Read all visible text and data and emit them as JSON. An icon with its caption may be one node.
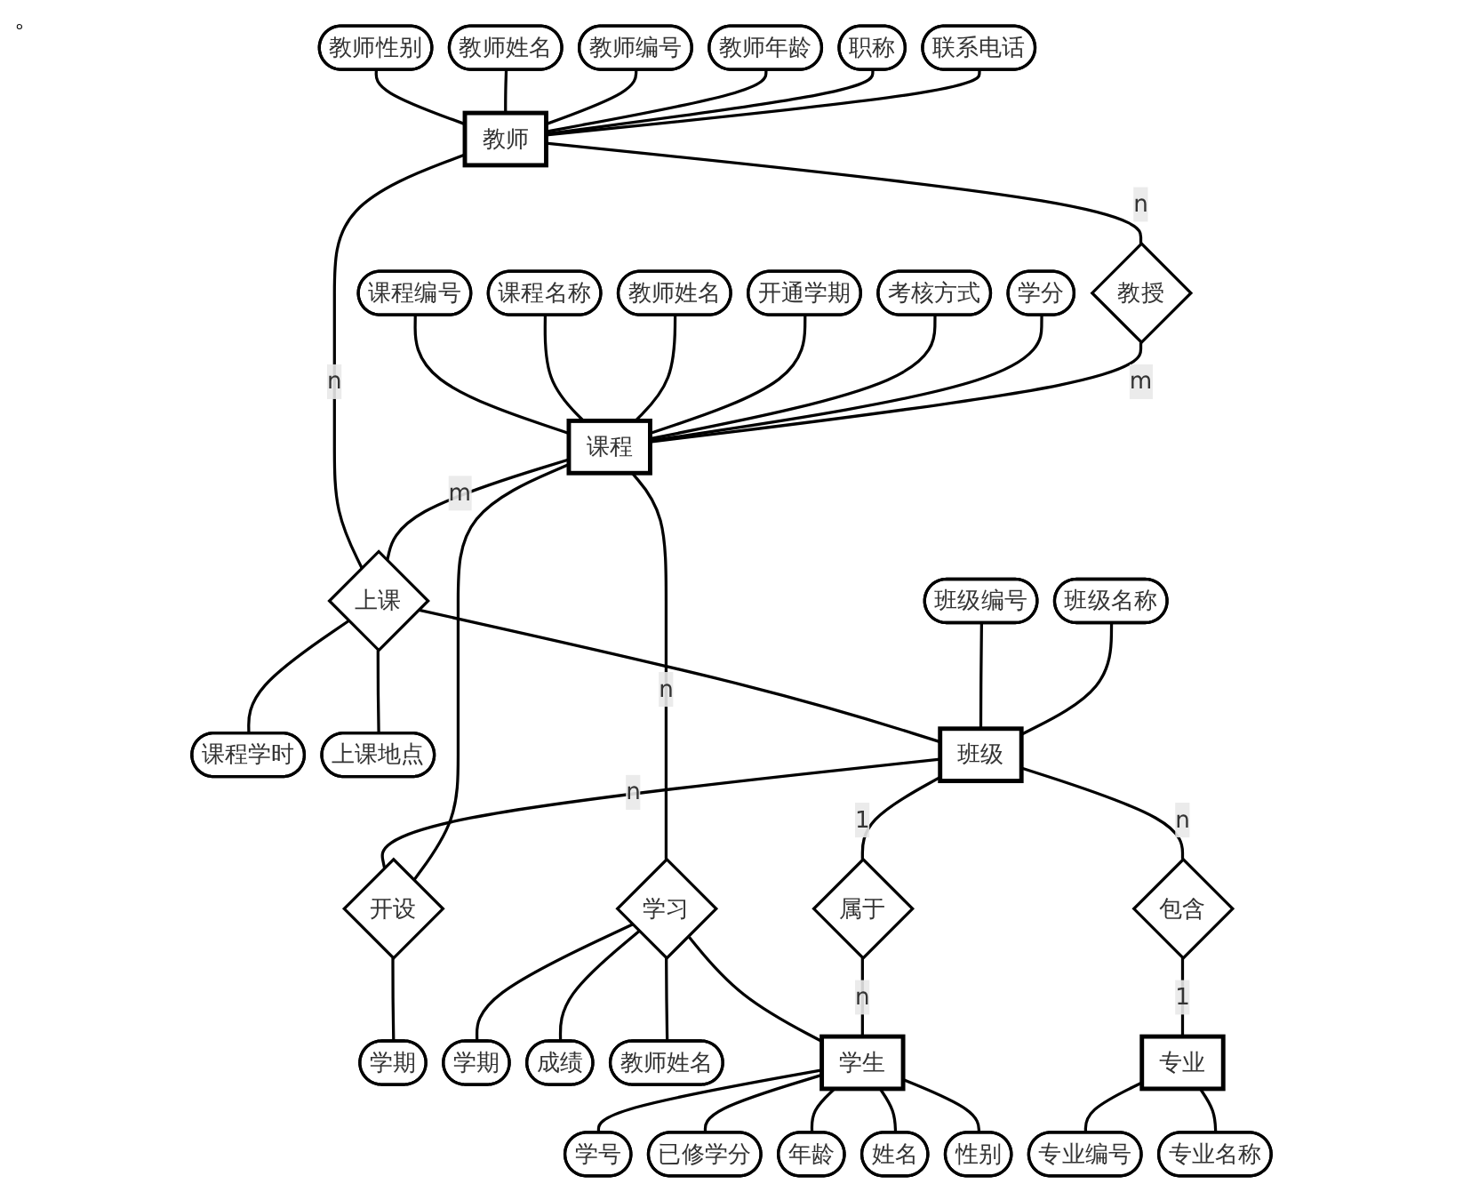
{
  "diagram": {
    "nodes": [
      {
        "text": [
          "教师性别"
        ]
      },
      {
        "text": [
          "教师姓名"
        ]
      },
      {
        "text": [
          "教师编号"
        ]
      },
      {
        "text": [
          "教师年龄"
        ]
      },
      {
        "text": [
          "教师"
        ]
      },
      {
        "text": [
          "职称"
        ]
      },
      {
        "text": [
          "联系电话"
        ]
      },
      {
        "text": [
          "课程编号"
        ]
      },
      {
        "text": [
          "课程名称"
        ]
      },
      {
        "text": [
          "教师姓名"
        ]
      },
      {
        "text": [
          "课程"
        ]
      },
      {
        "text": [
          "开通学期"
        ]
      },
      {
        "text": [
          "考核方式"
        ]
      },
      {
        "text": [
          "学分"
        ]
      },
      {
        "text": [
          "教授"
        ]
      },
      {
        "text": [
          "上课"
        ]
      },
      {
        "text": [
          "课程学时"
        ]
      },
      {
        "text": [
          "上课地点"
        ]
      },
      {
        "text": [
          "班级编号"
        ]
      },
      {
        "text": [
          "班级"
        ]
      },
      {
        "text": [
          "班级名称"
        ]
      },
      {
        "text": [
          "开设"
        ]
      },
      {
        "text": [
          "学期"
        ]
      },
      {
        "text": [
          "学习"
        ]
      },
      {
        "text": [
          "学期"
        ]
      },
      {
        "text": [
          "成绩"
        ]
      },
      {
        "text": [
          "教师姓名"
        ]
      },
      {
        "text": [
          "属于"
        ]
      },
      {
        "text": [
          "学生"
        ]
      },
      {
        "text": [
          "包含"
        ]
      },
      {
        "text": [
          "专业"
        ]
      },
      {
        "text": [
          "学号"
        ]
      },
      {
        "text": [
          "已修学分"
        ]
      },
      {
        "text": [
          "年龄"
        ]
      },
      {
        "text": [
          "姓名"
        ]
      },
      {
        "text": [
          "性别"
        ]
      },
      {
        "text": [
          "专业编号"
        ]
      },
      {
        "text": [
          "专业名称"
        ]
      }
    ],
    "edges": [
      {
        "from": 0,
        "to": 4,
        "arrow": "none"
      },
      {
        "from": 1,
        "to": 4,
        "arrow": "none"
      },
      {
        "from": 2,
        "to": 4,
        "arrow": "none"
      },
      {
        "from": 3,
        "to": 4,
        "arrow": "none"
      },
      {
        "from": 5,
        "to": 4,
        "arrow": "none"
      },
      {
        "from": 6,
        "to": 4,
        "arrow": "none"
      },
      {
        "from": 7,
        "to": 10,
        "arrow": "none"
      },
      {
        "from": 8,
        "to": 10,
        "arrow": "none"
      },
      {
        "from": 9,
        "to": 10,
        "arrow": "none"
      },
      {
        "from": 11,
        "to": 10,
        "arrow": "none"
      },
      {
        "from": 12,
        "to": 10,
        "arrow": "none"
      },
      {
        "from": 13,
        "to": 10,
        "arrow": "none"
      },
      {
        "from": 4,
        "to": 14,
        "arrow": "none",
        "label": "n"
      },
      {
        "from": 14,
        "to": 10,
        "arrow": "none",
        "label": "m"
      },
      {
        "from": 4,
        "to": 15,
        "arrow": "none",
        "label": "n"
      },
      {
        "from": 10,
        "to": 15,
        "arrow": "none",
        "label": "m"
      },
      {
        "from": 15,
        "to": 16,
        "arrow": "none"
      },
      {
        "from": 15,
        "to": 17,
        "arrow": "none"
      },
      {
        "from": 15,
        "to": 19,
        "arrow": "none"
      },
      {
        "from": 18,
        "to": 19,
        "arrow": "none"
      },
      {
        "from": 20,
        "to": 19,
        "arrow": "none"
      },
      {
        "from": 19,
        "to": 21,
        "arrow": "none",
        "label": "n"
      },
      {
        "from": 10,
        "to": 21,
        "arrow": "none"
      },
      {
        "from": 21,
        "to": 22,
        "arrow": "none"
      },
      {
        "from": 10,
        "to": 23,
        "arrow": "none",
        "label": "n"
      },
      {
        "from": 23,
        "to": 24,
        "arrow": "none"
      },
      {
        "from": 23,
        "to": 25,
        "arrow": "none"
      },
      {
        "from": 23,
        "to": 26,
        "arrow": "none"
      },
      {
        "from": 23,
        "to": 28,
        "arrow": "none"
      },
      {
        "from": 19,
        "to": 27,
        "arrow": "none",
        "label": "1"
      },
      {
        "from": 27,
        "to": 28,
        "arrow": "none",
        "label": "n"
      },
      {
        "from": 19,
        "to": 29,
        "arrow": "none",
        "label": "n"
      },
      {
        "from": 29,
        "to": 30,
        "arrow": "none",
        "label": "1"
      },
      {
        "from": 28,
        "to": 31,
        "arrow": "none"
      },
      {
        "from": 28,
        "to": 32,
        "arrow": "none"
      },
      {
        "from": 28,
        "to": 33,
        "arrow": "none"
      },
      {
        "from": 28,
        "to": 34,
        "arrow": "none"
      },
      {
        "from": 28,
        "to": 35,
        "arrow": "none"
      },
      {
        "from": 30,
        "to": 36,
        "arrow": "none"
      },
      {
        "from": 30,
        "to": 37,
        "arrow": "none"
      }
    ],
    "labels": [
      "。"
    ]
  }
}
